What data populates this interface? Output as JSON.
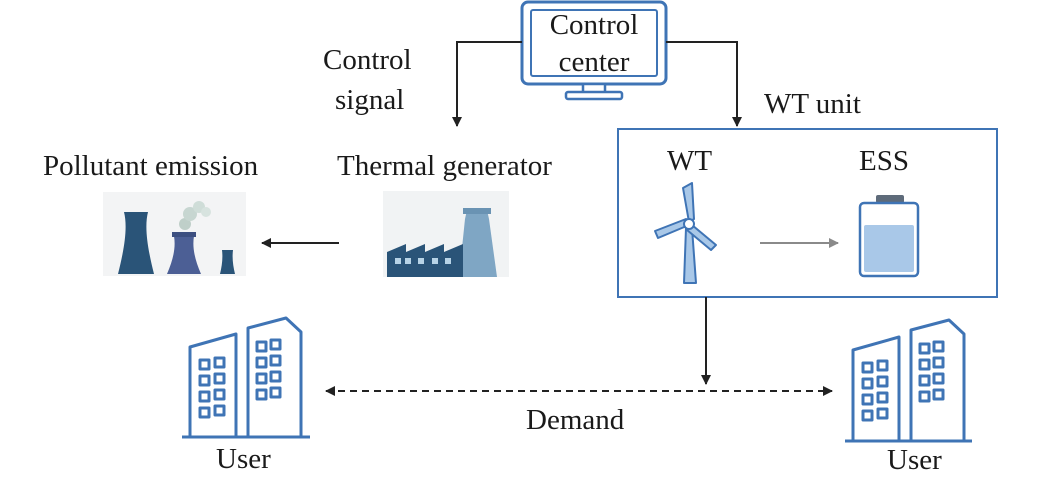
{
  "nodes": {
    "control_center": {
      "line1": "Control",
      "line2": "center"
    },
    "control_signal": {
      "line1": "Control",
      "line2": "signal"
    },
    "wt_unit": {
      "label": "WT unit",
      "wt": "WT",
      "ess": "ESS"
    },
    "thermal_generator": {
      "label": "Thermal generator"
    },
    "pollutant_emission": {
      "label": "Pollutant emission"
    },
    "user_left": {
      "label": "User"
    },
    "user_right": {
      "label": "User"
    },
    "demand": {
      "label": "Demand"
    }
  },
  "colors": {
    "line": "#222222",
    "blue": "#3f74b5",
    "light_blue": "#a9c8e8",
    "gray_arrow": "#8a8a8a"
  }
}
